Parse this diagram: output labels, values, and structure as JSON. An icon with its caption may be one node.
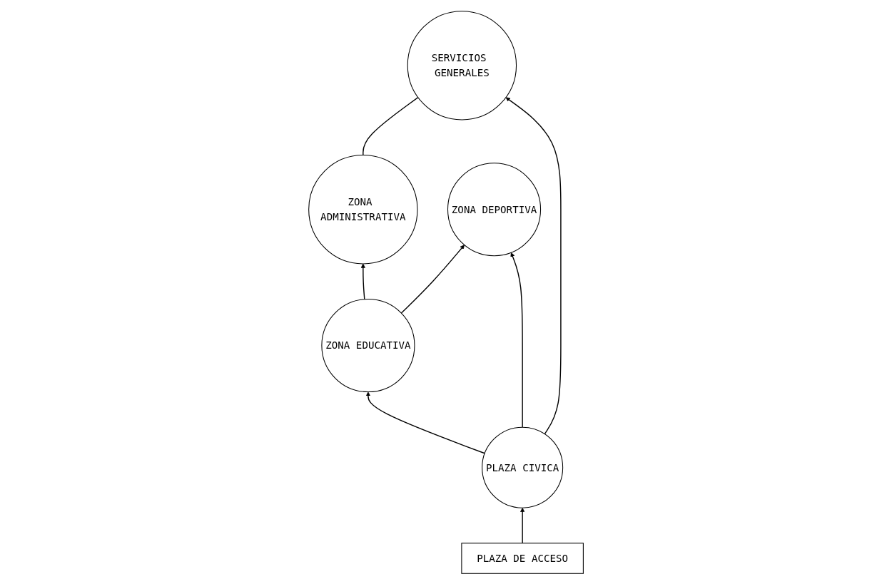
{
  "diagram": {
    "nodes": [
      {
        "text": [
          "ZONA ADMINISTRATIVA"
        ]
      },
      {
        "text": [
          "ZONA EDUCATIVA"
        ]
      },
      {
        "text": [
          "ZONA DEPORTIVA"
        ]
      },
      {
        "text": [
          "SERVICIOS GENERALES"
        ]
      },
      {
        "text": [
          "PLAZA CIVICA"
        ]
      },
      {
        "text": [
          "PLAZA DE ACCESO"
        ]
      }
    ],
    "edges": [
      {
        "from": 1,
        "to": 0,
        "arrow": "to"
      },
      {
        "from": 1,
        "to": 2,
        "arrow": "to"
      },
      {
        "from": 0,
        "to": 3,
        "arrow": "none"
      },
      {
        "from": 4,
        "to": 3,
        "arrow": "to"
      },
      {
        "from": 4,
        "to": 1,
        "arrow": "to"
      },
      {
        "from": 4,
        "to": 2,
        "arrow": "to"
      },
      {
        "from": 5,
        "to": 4,
        "arrow": "to"
      }
    ]
  }
}
